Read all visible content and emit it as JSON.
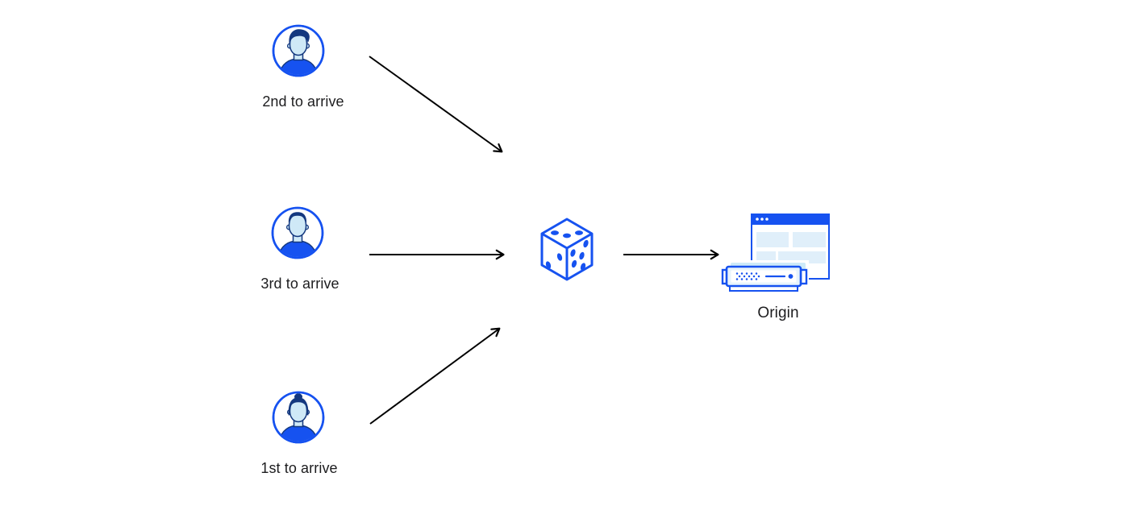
{
  "diagram": {
    "description": "Three visitors arrive in different order; a random selector (dice) routes requests to an origin server",
    "colors": {
      "primary_blue": "#1652F0",
      "dark_navy": "#14387F",
      "skin_light_blue": "#CFE9F7",
      "pale_panel_blue": "#E0EFFA",
      "underlay_blue": "#CDEAF8",
      "arrow_black": "#000000",
      "text": "#1D1D1F",
      "background": "#FFFFFF"
    },
    "nodes": {
      "visitor_top": {
        "label": "2nd to arrive",
        "icon": "person-avatar-male-icon"
      },
      "visitor_middle": {
        "label": "3rd to arrive",
        "icon": "person-avatar-male-short-hair-icon"
      },
      "visitor_bottom": {
        "label": "1st to arrive",
        "icon": "person-avatar-female-icon"
      },
      "selector": {
        "icon": "dice-icon"
      },
      "origin": {
        "label": "Origin",
        "icon": "origin-browser-server-icon"
      }
    },
    "edges": [
      {
        "from": "visitor_top",
        "to": "selector"
      },
      {
        "from": "visitor_middle",
        "to": "selector"
      },
      {
        "from": "visitor_bottom",
        "to": "selector"
      },
      {
        "from": "selector",
        "to": "origin"
      }
    ]
  }
}
